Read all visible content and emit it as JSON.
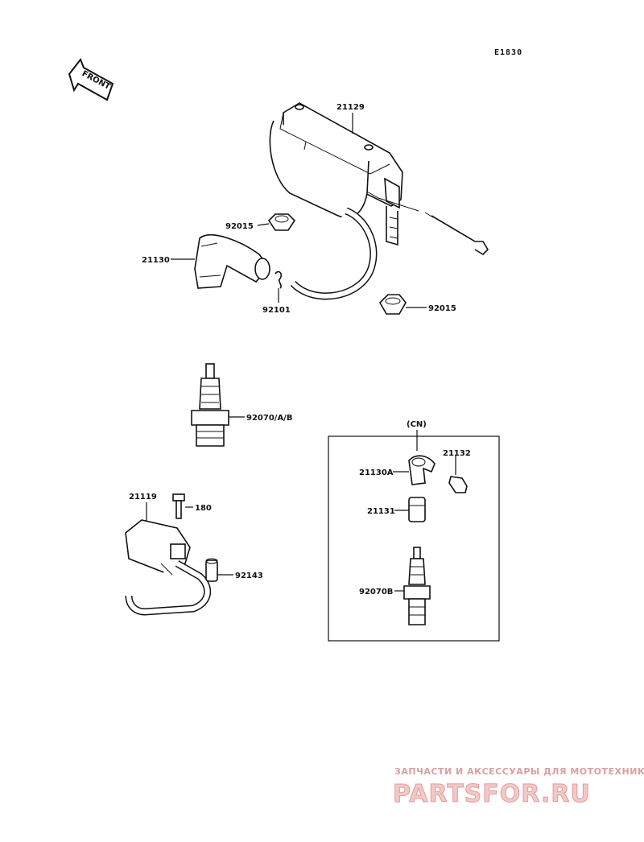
{
  "diagram": {
    "code": "E1830",
    "front_label": "FRONT",
    "inset_label": "(CN)",
    "parts": {
      "p21129": "21129",
      "p92015a": "92015",
      "p21130": "21130",
      "p92101": "92101",
      "p92015b": "92015",
      "p92070": "92070/A/B",
      "p21119": "21119",
      "p180": "180",
      "p92143": "92143",
      "p21130A": "21130A",
      "p21132": "21132",
      "p21131": "21131",
      "p92070B": "92070B"
    }
  },
  "watermark": {
    "tagline": "ЗАПЧАСТИ И АКСЕССУАРЫ ДЛЯ МОТОТЕХНИКИ",
    "brand": "PARTSFOR.RU"
  }
}
